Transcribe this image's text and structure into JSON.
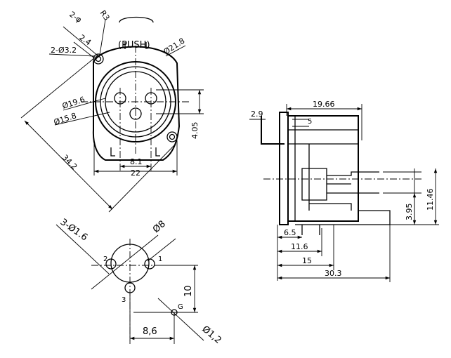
{
  "front_view": {
    "push_label": "(PUSH)",
    "dim_2phi": "2-φ",
    "dim_r3": "R3",
    "dim_2_4": "2.4",
    "dim_2phi3_2": "2-Ø3.2",
    "dim_phi21_8": "Ø21.8",
    "dim_phi19_6": "Ø19.6",
    "dim_phi15_8": "Ø15.8",
    "dim_34_2": "34.2",
    "dim_8_1": "8.1",
    "dim_22": "22",
    "dim_4_05": "4.05"
  },
  "side_view": {
    "dim_2_9": "2.9",
    "dim_19_66": "19.66",
    "dim_5": "5",
    "dim_11_46": "11.46",
    "dim_3_95": "3.95",
    "dim_6_5": "6.5",
    "dim_11_6": "11.6",
    "dim_15": "15",
    "dim_30_3": "30.3"
  },
  "pcb_layout": {
    "dim_3phi1_6": "3-Ø1.6",
    "dim_phi8": "Ø8",
    "pin_1": "1",
    "pin_2": "2",
    "pin_3": "3",
    "pin_g": "G",
    "dim_10": "10",
    "dim_8_6": "8,6",
    "dim_phi1_2": "Ø1,2"
  }
}
